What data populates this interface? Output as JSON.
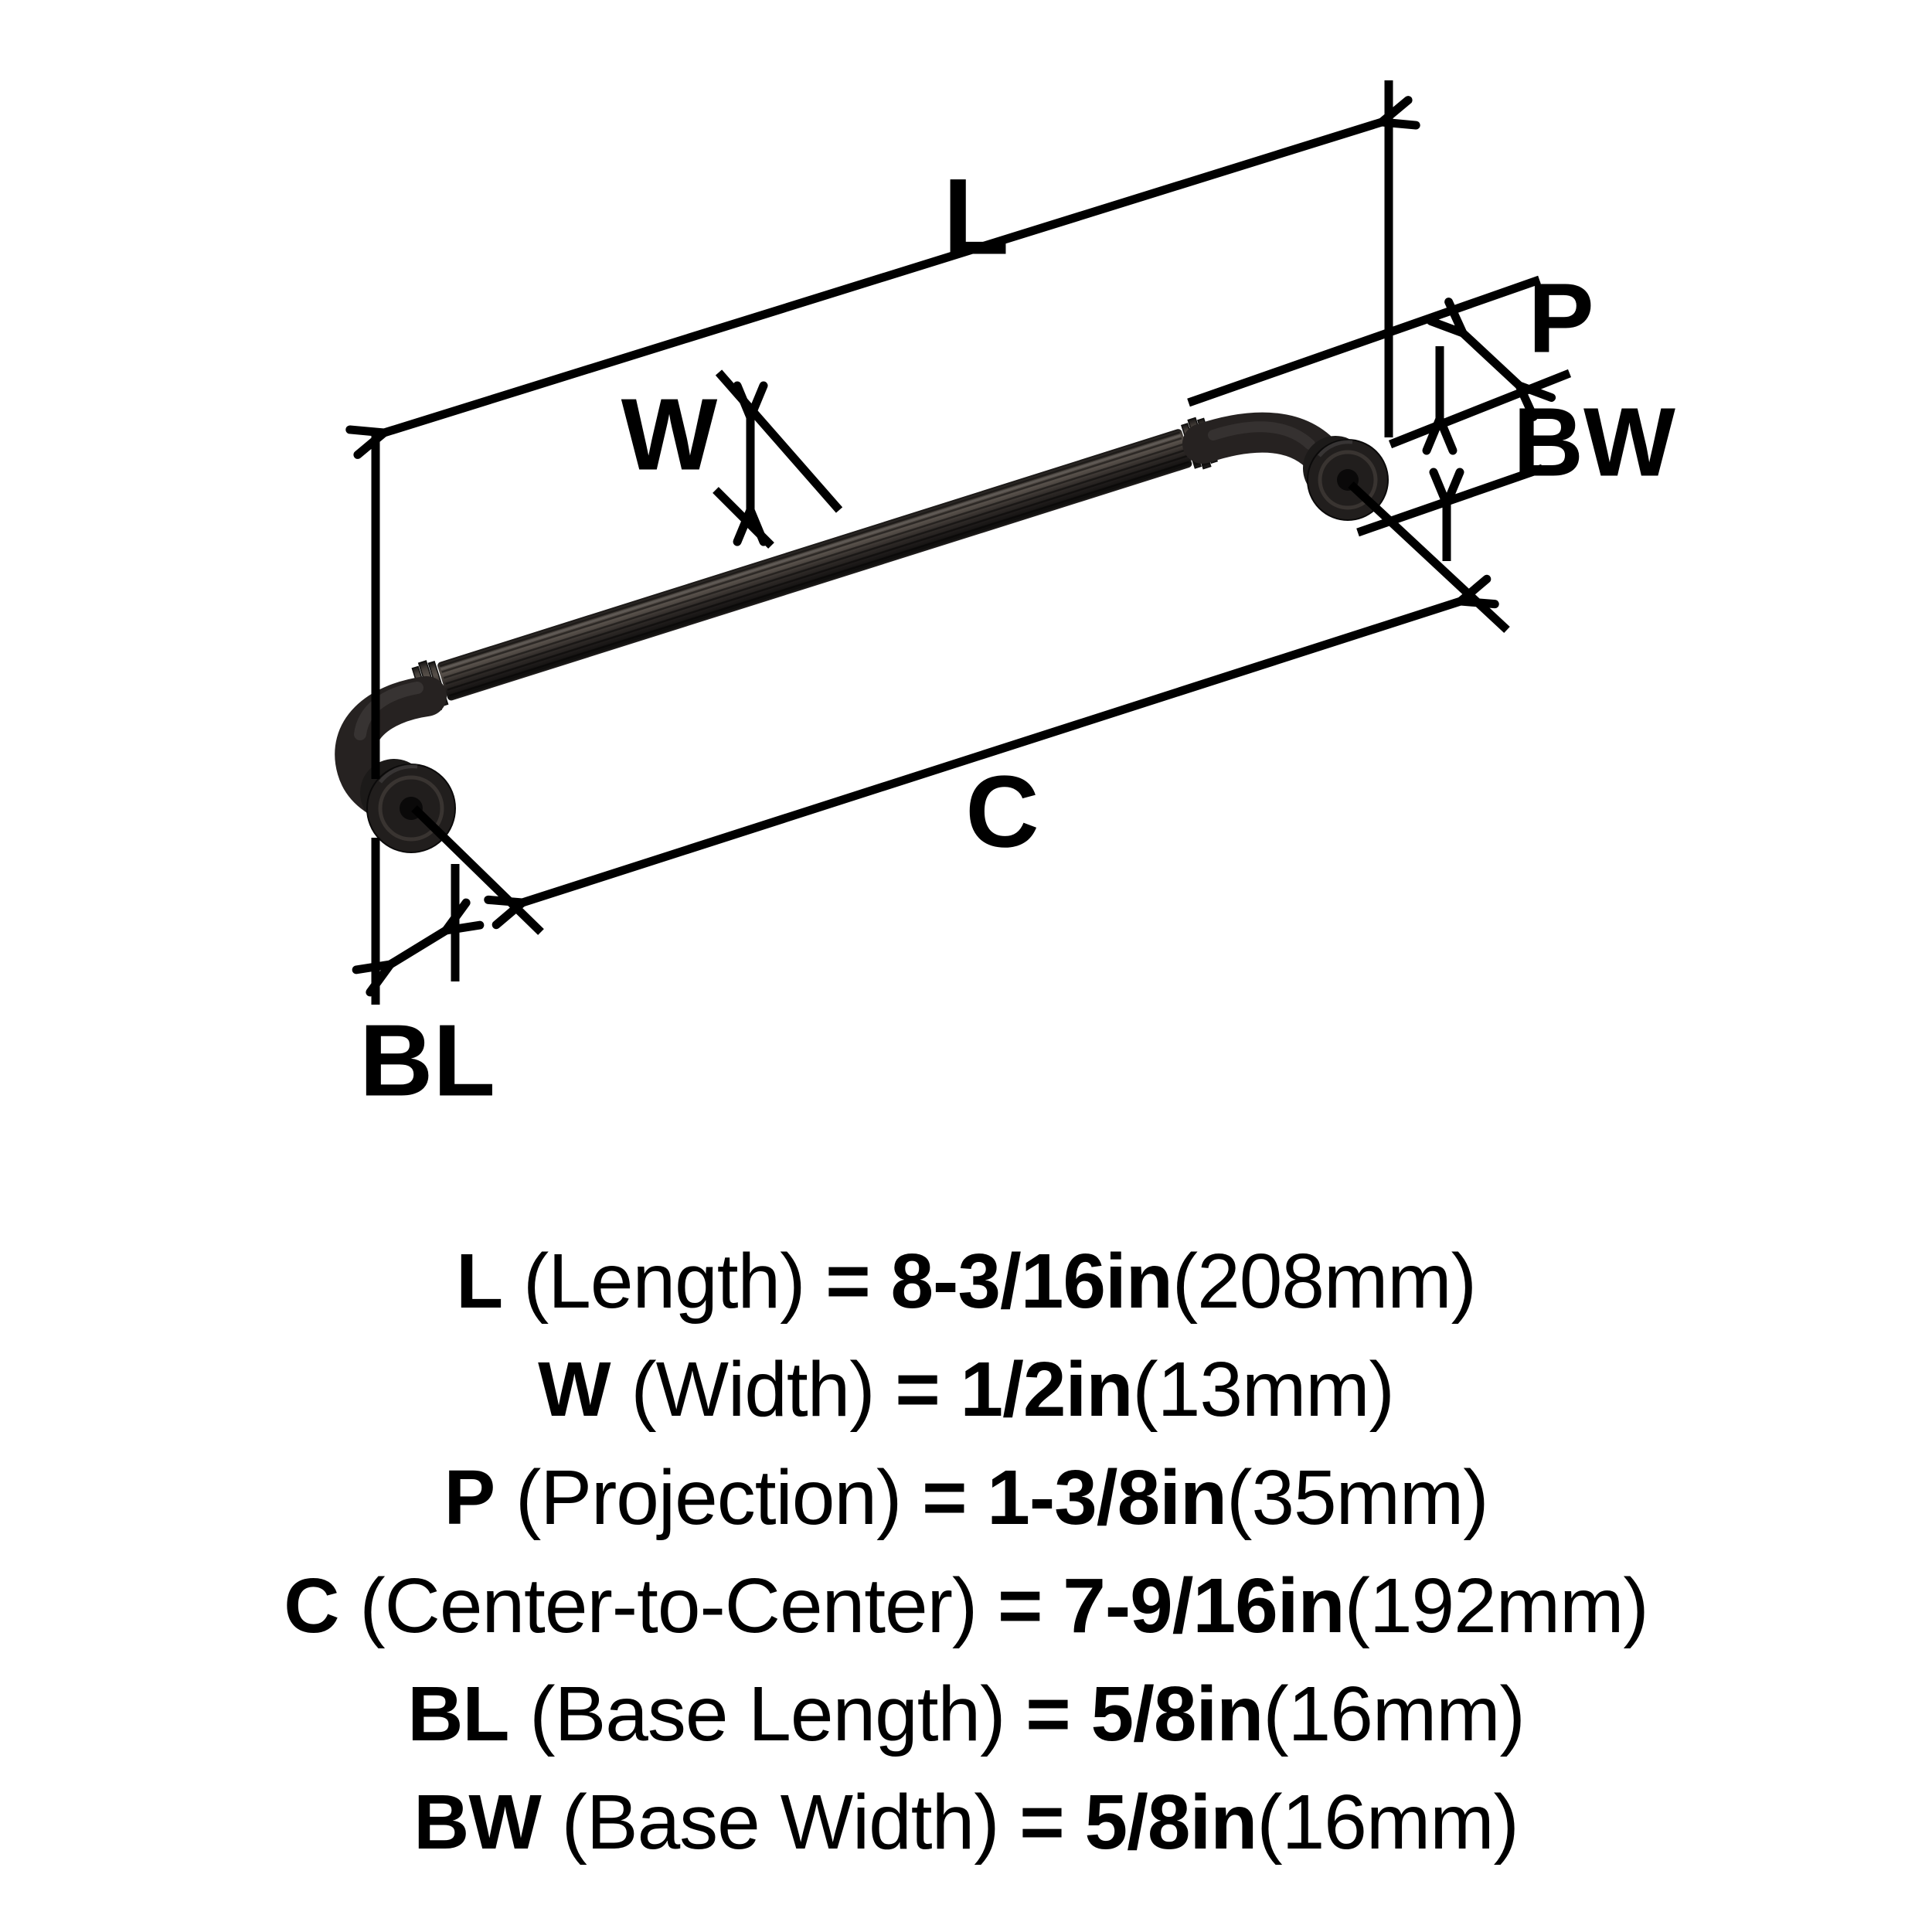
{
  "page": {
    "background": "#ffffff",
    "line_color": "#000000"
  },
  "handle": {
    "colors": {
      "body_dark": "#211e1d",
      "body_mid": "#332e2b",
      "highlight": "#57504a",
      "hole": "#0a0909"
    }
  },
  "diagram": {
    "dim_labels": {
      "L": "L",
      "W": "W",
      "P": "P",
      "BW": "BW",
      "C": "C",
      "BL": "BL"
    }
  },
  "specs": [
    {
      "label": "L",
      "name": "(Length)",
      "equals": "=",
      "value": "8-3/16in",
      "metric": "(208mm)"
    },
    {
      "label": "W",
      "name": "(Width)",
      "equals": "=",
      "value": "1/2in",
      "metric": "(13mm)"
    },
    {
      "label": "P",
      "name": "(Projection)",
      "equals": "=",
      "value": "1-3/8in",
      "metric": "(35mm)"
    },
    {
      "label": "C",
      "name": "(Center-to-Center)",
      "equals": "=",
      "value": "7-9/16in",
      "metric": "(192mm)"
    },
    {
      "label": "BL",
      "name": "(Base Length)",
      "equals": "=",
      "value": "5/8in",
      "metric": "(16mm)"
    },
    {
      "label": "BW",
      "name": "(Base Width)",
      "equals": "=",
      "value": "5/8in",
      "metric": "(16mm)"
    }
  ]
}
